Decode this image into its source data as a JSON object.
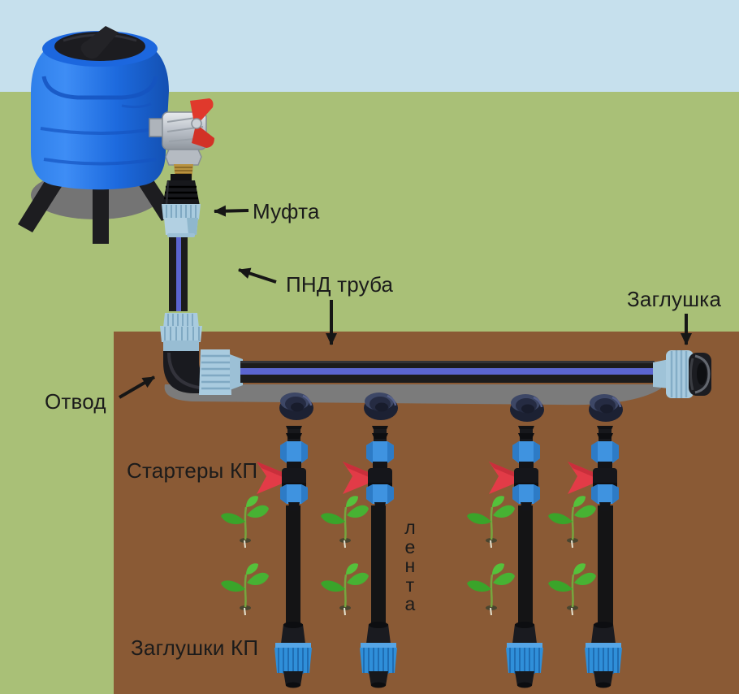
{
  "diagram": {
    "kind": "drip-irrigation-scheme",
    "labels": {
      "coupling": "Муфта",
      "hdpe_pipe": "ПНД труба",
      "end_plug": "Заглушка",
      "elbow": "Отвод",
      "tape_starters": "Стартеры КП",
      "tape": "лента",
      "tape_plugs": "Заглушки КП"
    },
    "colors": {
      "sky": "#c6e0ed",
      "grass": "#a9c077",
      "soil": "#8a5a35",
      "tank_blue": "#1e6be0",
      "pipe_black": "#1b1b1c",
      "pipe_stripe": "#5b65d0",
      "fitting_blue": "#a9cbdf",
      "valve_handle_red": "#e0392c",
      "starter_handle_red": "#e23b47",
      "nut_blue": "#3f93e0",
      "plug_blue": "#2f8fd9",
      "tape_black": "#141415",
      "leaf_green": "#47b233",
      "trench_gray": "#7b7b7b",
      "label_text": "#1b1b1b"
    },
    "components": {
      "water_tank": 1,
      "ball_valve": 1,
      "coupling": 1,
      "vertical_pnd_pipe": 1,
      "elbow": 1,
      "main_pnd_pipe": 1,
      "end_cap": 1,
      "pipe_grommets": 4,
      "tape_starters": 4,
      "drip_tapes": 4,
      "tape_end_plugs": 4,
      "seedlings": 8
    }
  }
}
